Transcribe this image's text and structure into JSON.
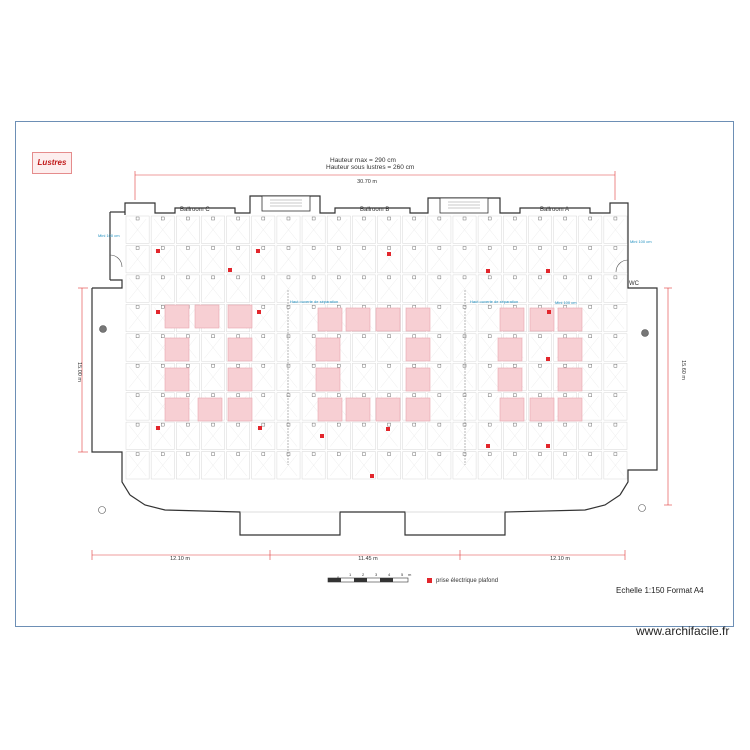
{
  "title": "Lustres",
  "heights": {
    "max": "Hauteur max = 290 cm",
    "under_chandelier": "Hauteur sous lustres = 260 cm"
  },
  "rooms": {
    "ballroom_c": "Ballroom C",
    "ballroom_b": "Ballroom B",
    "ballroom_a": "Ballroom A",
    "wc": "WC"
  },
  "dimensions": {
    "top_width": "30.70 m",
    "left_height": "15.00 m",
    "right_height": "15.60 m",
    "bottom_left": "12.10 m",
    "bottom_middle": "11.45 m",
    "bottom_right": "12.10 m"
  },
  "annotations": {
    "mini_left": "Mini 100 cm",
    "mini_right": "Mini 100 cm",
    "mini_small": "Mini 100 cm",
    "ceiling_b": "Haut ouverte de séparation",
    "ceiling_a": "Haut ouverte de séparation"
  },
  "scale_bar": {
    "ticks": [
      "0",
      "1",
      "2",
      "3",
      "4",
      "5"
    ],
    "unit": "m"
  },
  "legend": {
    "outlet": "prise électrique plafond"
  },
  "footer": {
    "scale_format": "Echelle 1:150 Format A4"
  },
  "watermark": "www.archifacile.fr",
  "colors": {
    "frame": "#6d8fb5",
    "chandelier_fill": "#f7cfd3",
    "outlet": "#e2262c",
    "dimension_line": "#e03a3a",
    "wall": "#333333",
    "annotation": "#1f8fbf"
  }
}
